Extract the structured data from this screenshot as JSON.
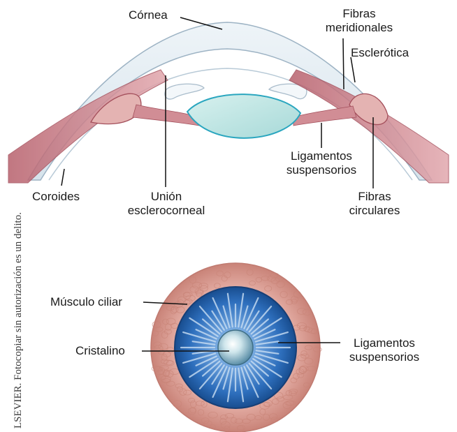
{
  "labels": {
    "cornea": "Córnea",
    "fibras_meridionales": [
      "Fibras",
      "meridionales"
    ],
    "esclerotica": "Esclerótica",
    "ligamentos_top": [
      "Ligamentos",
      "suspensorios"
    ],
    "coroides": "Coroides",
    "union": [
      "Unión",
      "esclerocorneal"
    ],
    "fibras_circulares": [
      "Fibras",
      "circulares"
    ],
    "musculo_ciliar": "Músculo ciliar",
    "cristalino": "Cristalino",
    "ligamentos_bottom": [
      "Ligamentos",
      "suspensorios"
    ]
  },
  "side_note": "LSEVIER. Fotocopiar sin autorización es un delito.",
  "colors": {
    "sclera": "#e4eef5",
    "sclera_edge": "#9db3c4",
    "muscle": "#c97b85",
    "muscle_dark": "#a4505c",
    "lens": "#bfe5e3",
    "lens_edge": "#2aa6bf",
    "iris_blue": "#1f5ea8",
    "iris_light": "#6f9fd6",
    "ciliar_ring": "#d79a90",
    "leader": "#111111"
  }
}
